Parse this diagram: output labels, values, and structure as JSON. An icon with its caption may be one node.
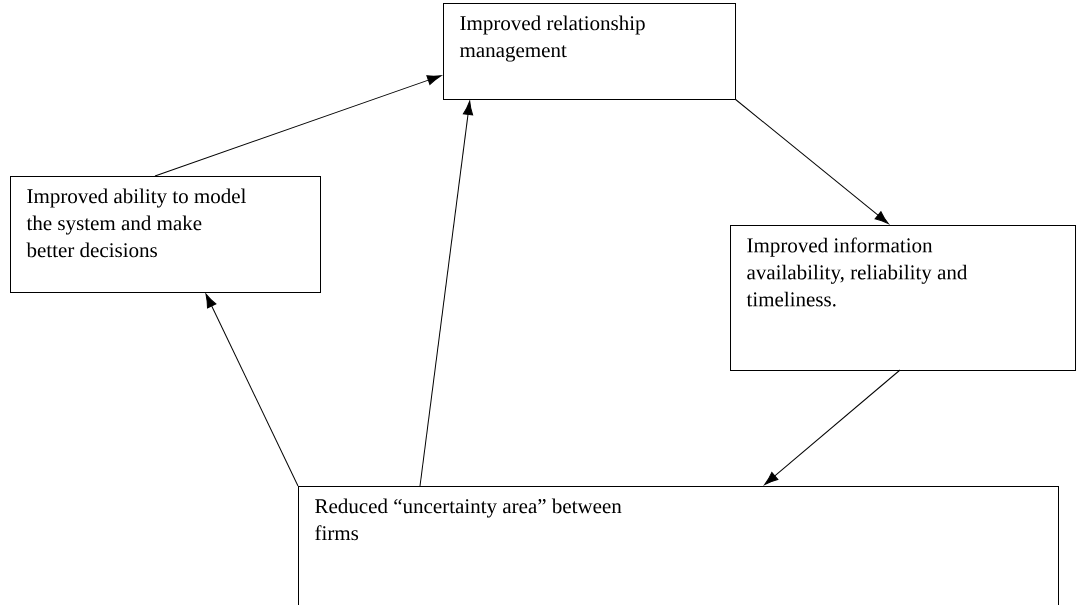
{
  "diagram": {
    "nodes": [
      {
        "text": [
          "Improved relationship management"
        ]
      },
      {
        "text": [
          "Improved ability to model the system and make better decisions"
        ]
      },
      {
        "text": [
          "Improved information availability, reliability and timeliness."
        ]
      },
      {
        "text": [
          "Reduced “uncertainty area” between firms"
        ]
      }
    ],
    "edges": [
      {
        "from": 1,
        "to": 0,
        "arrow": "to"
      },
      {
        "from": 0,
        "to": 2,
        "arrow": "to"
      },
      {
        "from": 2,
        "to": 3,
        "arrow": "to"
      },
      {
        "from": 3,
        "to": 1,
        "arrow": "to"
      },
      {
        "from": 3,
        "to": 0,
        "arrow": "to"
      }
    ]
  }
}
